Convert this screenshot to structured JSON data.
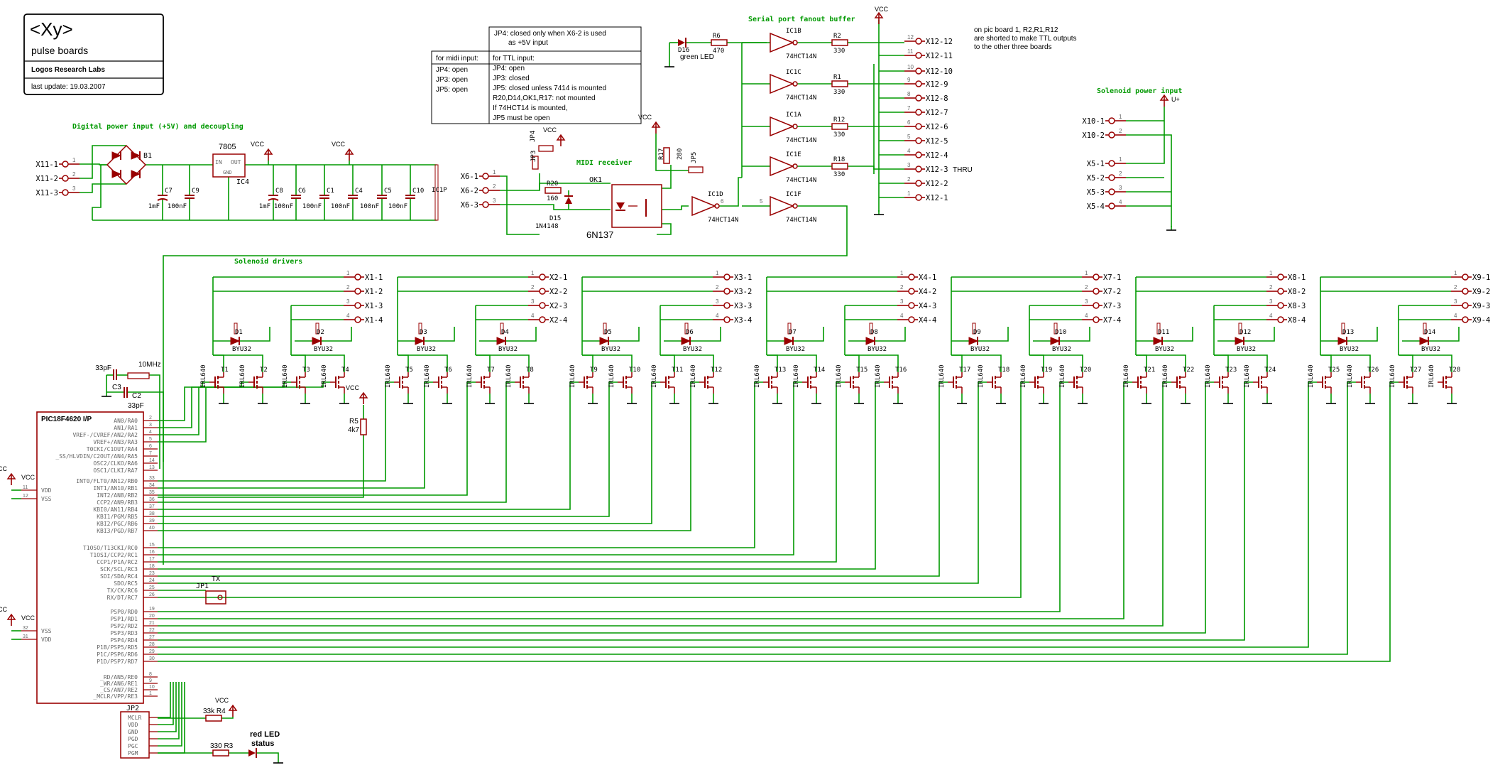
{
  "title_block": {
    "logo": "<Xy>",
    "subtitle": "pulse boards",
    "company": "Logos Research Labs",
    "last_update": "last update: 19.03.2007"
  },
  "notes": {
    "jp4_note_line1": "JP4: closed only when  X6-2 is used",
    "jp4_note_line2": "as +5V input",
    "midi_header": "for midi input:",
    "midi_lines": [
      "JP4: open",
      "JP3: open",
      "JP5: open"
    ],
    "ttl_header": "for TTL input:",
    "ttl_lines": [
      "JP4: open",
      "JP3: closed",
      "JP5: closed unless 7414 is mounted",
      "R20,D14,OK1,R17: not mounted",
      "If 74HCT14 is mounted,",
      "JP5 must be open"
    ],
    "board_note": [
      "on pic board 1, R2,R1,R12",
      "are shorted to make TTL outputs",
      "to the other three boards"
    ]
  },
  "sections": {
    "power": "Digital power input (+5V) and decoupling",
    "fanout": "Serial port fanout buffer",
    "midi": "MIDI receiver",
    "solenoid_power": "Solenoid power input",
    "solenoid_drivers": "Solenoid drivers"
  },
  "power": {
    "connectors": [
      "X11-1",
      "X11-2",
      "X11-3"
    ],
    "bridge": "B1",
    "regulator": "7805",
    "reg_pins": [
      "IN",
      "OUT",
      "GND"
    ],
    "reg_ref": "IC4",
    "vcc": "VCC",
    "caps": [
      {
        "ref": "C7",
        "value": "1mF"
      },
      {
        "ref": "C9",
        "value": "100nF"
      },
      {
        "ref": "C8",
        "value": "1mF"
      },
      {
        "ref": "C6",
        "value": "100nF"
      },
      {
        "ref": "C1",
        "value": "100nF"
      },
      {
        "ref": "C4",
        "value": "100nF"
      },
      {
        "ref": "C5",
        "value": "100nF"
      },
      {
        "ref": "C10",
        "value": "100nF"
      }
    ],
    "ic1p": "IC1P"
  },
  "midi": {
    "connectors": [
      "X6-1",
      "X6-2",
      "X6-3"
    ],
    "r20": "R20",
    "r20_val": "160",
    "d15": "D15",
    "d15_val": "1N4148",
    "ok1": "OK1",
    "ok1_val": "6N137",
    "r17": "R17",
    "r17_val": "280",
    "jp3": "JP3",
    "jp4": "JP4",
    "jp5": "JP5",
    "ic1d": "IC1D",
    "ic1d_val": "74HCT14N",
    "ic1f": "IC1F",
    "ic1f_val": "74HCT14N"
  },
  "fanout": {
    "d16": "D16",
    "led": "green LED",
    "r6": "R6",
    "r6_val": "470",
    "gates": [
      {
        "ref": "IC1B",
        "val": "74HCT14N",
        "r": "R2",
        "rval": "330"
      },
      {
        "ref": "IC1C",
        "val": "74HCT14N",
        "r": "R1",
        "rval": "330"
      },
      {
        "ref": "IC1A",
        "val": "74HCT14N",
        "r": "R12",
        "rval": "330"
      },
      {
        "ref": "IC1E",
        "val": "74HCT14N",
        "r": "R18",
        "rval": "330"
      }
    ],
    "x12": [
      "X12-12",
      "X12-11",
      "X12-10",
      "X12-9",
      "X12-8",
      "X12-7",
      "X12-6",
      "X12-5",
      "X12-4",
      "X12-3",
      "X12-2",
      "X12-1"
    ],
    "thru": "THRU",
    "vcc": "VCC"
  },
  "solenoid_power": {
    "connectors": [
      "X10-1",
      "X10-2",
      "X5-1",
      "X5-2",
      "X5-3",
      "X5-4"
    ],
    "uplus": "U+"
  },
  "drivers": {
    "groups": [
      {
        "conn": "X1",
        "d": [
          "D1",
          "D2"
        ],
        "t": [
          "T1",
          "T2",
          "T3",
          "T4"
        ]
      },
      {
        "conn": "X2",
        "d": [
          "D3",
          "D4"
        ],
        "t": [
          "T5",
          "T6",
          "T7",
          "T8"
        ]
      },
      {
        "conn": "X3",
        "d": [
          "D5",
          "D6"
        ],
        "t": [
          "T9",
          "T10",
          "T11",
          "T12"
        ]
      },
      {
        "conn": "X4",
        "d": [
          "D7",
          "D8"
        ],
        "t": [
          "T13",
          "T14",
          "T15",
          "T16"
        ]
      },
      {
        "conn": "X7",
        "d": [
          "D9",
          "D10"
        ],
        "t": [
          "T17",
          "T18",
          "T19",
          "T20"
        ]
      },
      {
        "conn": "X8",
        "d": [
          "D11",
          "D12"
        ],
        "t": [
          "T21",
          "T22",
          "T23",
          "T24"
        ]
      },
      {
        "conn": "X9",
        "d": [
          "D13",
          "D14"
        ],
        "t": [
          "T25",
          "T26",
          "T27",
          "T28"
        ]
      }
    ],
    "diode_val": "BYU32",
    "fet_val": "IRL640"
  },
  "pic": {
    "name": "PIC18F4620 I/P",
    "pins_a": [
      {
        "n": "2",
        "l": "AN0/RA0"
      },
      {
        "n": "3",
        "l": "AN1/RA1"
      },
      {
        "n": "4",
        "l": "VREF-/CVREF/AN2/RA2"
      },
      {
        "n": "5",
        "l": "VREF+/AN3/RA3"
      },
      {
        "n": "6",
        "l": "T0CKI/C1OUT/RA4"
      },
      {
        "n": "7",
        "l": "_SS/HLVDIN/C2OUT/AN4/RA5"
      },
      {
        "n": "14",
        "l": "OSC2/CLKO/RA6"
      },
      {
        "n": "13",
        "l": "OSC1/CLKI/RA7"
      }
    ],
    "pins_b": [
      {
        "n": "33",
        "l": "INT0/FLT0/AN12/RB0"
      },
      {
        "n": "34",
        "l": "INT1/AN10/RB1"
      },
      {
        "n": "35",
        "l": "INT2/AN8/RB2"
      },
      {
        "n": "36",
        "l": "CCP2/AN9/RB3"
      },
      {
        "n": "37",
        "l": "KBI0/AN11/RB4"
      },
      {
        "n": "38",
        "l": "KBI1/PGM/RB5"
      },
      {
        "n": "39",
        "l": "KBI2/PGC/RB6"
      },
      {
        "n": "40",
        "l": "KBI3/PGD/RB7"
      }
    ],
    "pins_c": [
      {
        "n": "15",
        "l": "T1OSO/T13CKI/RC0"
      },
      {
        "n": "16",
        "l": "T1OSI/CCP2/RC1"
      },
      {
        "n": "17",
        "l": "CCP1/P1A/RC2"
      },
      {
        "n": "18",
        "l": "SCK/SCL/RC3"
      },
      {
        "n": "23",
        "l": "SDI/SDA/RC4"
      },
      {
        "n": "24",
        "l": "SDO/RC5"
      },
      {
        "n": "25",
        "l": "TX/CK/RC6"
      },
      {
        "n": "26",
        "l": "RX/DT/RC7"
      }
    ],
    "pins_d": [
      {
        "n": "19",
        "l": "PSP0/RD0"
      },
      {
        "n": "20",
        "l": "PSP1/RD1"
      },
      {
        "n": "21",
        "l": "PSP2/RD2"
      },
      {
        "n": "22",
        "l": "PSP3/RD3"
      },
      {
        "n": "27",
        "l": "PSP4/RD4"
      },
      {
        "n": "28",
        "l": "P1B/PSP5/RD5"
      },
      {
        "n": "29",
        "l": "P1C/PSP6/RD6"
      },
      {
        "n": "30",
        "l": "P1D/PSP7/RD7"
      }
    ],
    "pins_e": [
      {
        "n": "8",
        "l": "_RD/AN5/RE0"
      },
      {
        "n": "9",
        "l": "_WR/AN6/RE1"
      },
      {
        "n": "10",
        "l": "_CS/AN7/RE2"
      },
      {
        "n": "1",
        "l": "_MCLR/VPP/RE3"
      }
    ],
    "pwr_top": [
      {
        "n": "11",
        "l": "VDD"
      },
      {
        "n": "12",
        "l": "VSS"
      }
    ],
    "pwr_bot": [
      {
        "n": "32",
        "l": "VSS"
      },
      {
        "n": "31",
        "l": "VDD"
      }
    ],
    "vcc": "VCC",
    "c3": "C3",
    "c3_val": "33pF",
    "c2": "C2",
    "c2_val": "33pF",
    "q1_val": "10MHz",
    "r5": "R5",
    "r5_val": "4k7",
    "jp1": "JP1",
    "tx": "TX",
    "jp2": "JP2",
    "jp2_pins": [
      "MCLR",
      "VDD",
      "GND",
      "PGD",
      "PGC",
      "PGM"
    ],
    "r4_label": "33k R4",
    "r3_label": "330 R3",
    "led_label": [
      "red LED",
      "status"
    ]
  }
}
